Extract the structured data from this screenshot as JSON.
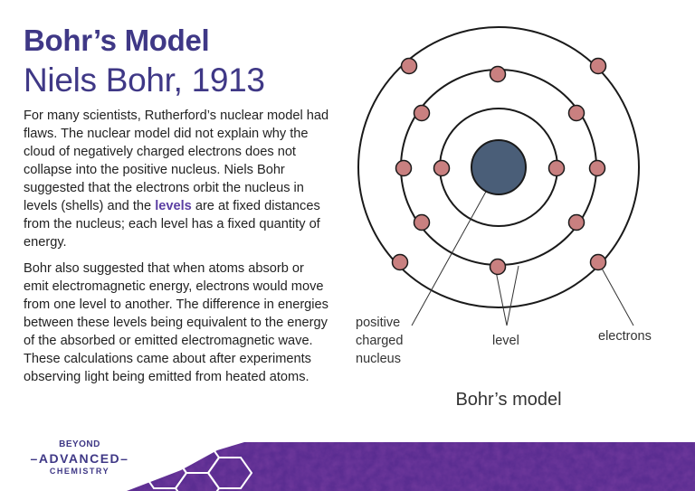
{
  "title": "Bohr’s Model",
  "subtitle": "Niels Bohr, 1913",
  "paragraph1": {
    "before": "For many scientists, Rutherford’s nuclear model had flaws. The nuclear model did not explain why the cloud of negatively charged electrons does not collapse into the positive nucleus. Niels Bohr suggested that the electrons orbit the nucleus in levels (shells) and the ",
    "highlight": "levels",
    "after": " are at fixed distances from the nucleus; each level has a fixed quantity of energy."
  },
  "paragraph2": "Bohr also suggested that when atoms absorb or emit electromagnetic energy, electrons would move from one level to another. The difference in energies between these levels being equivalent to the energy of the absorbed or emitted electromagnetic wave.",
  "paragraph3": "These calculations came about after experiments observing light being emitted from heated atoms.",
  "diagram": {
    "labels": {
      "nucleus_line1": "positive",
      "nucleus_line2": "charged",
      "nucleus_line3": "nucleus",
      "level": "level",
      "electrons": "electrons"
    },
    "caption": "Bohr’s model",
    "colors": {
      "nucleus": "#4a5e78",
      "electron": "#c98080",
      "orbit": "#1a1a1a",
      "highlight": "#5b3ea3",
      "brand": "#3f3886",
      "texture": "#5a2d91"
    }
  },
  "logo": {
    "line1": "BEYOND",
    "line2": "ADVANCED",
    "line3": "CHEMISTRY"
  }
}
